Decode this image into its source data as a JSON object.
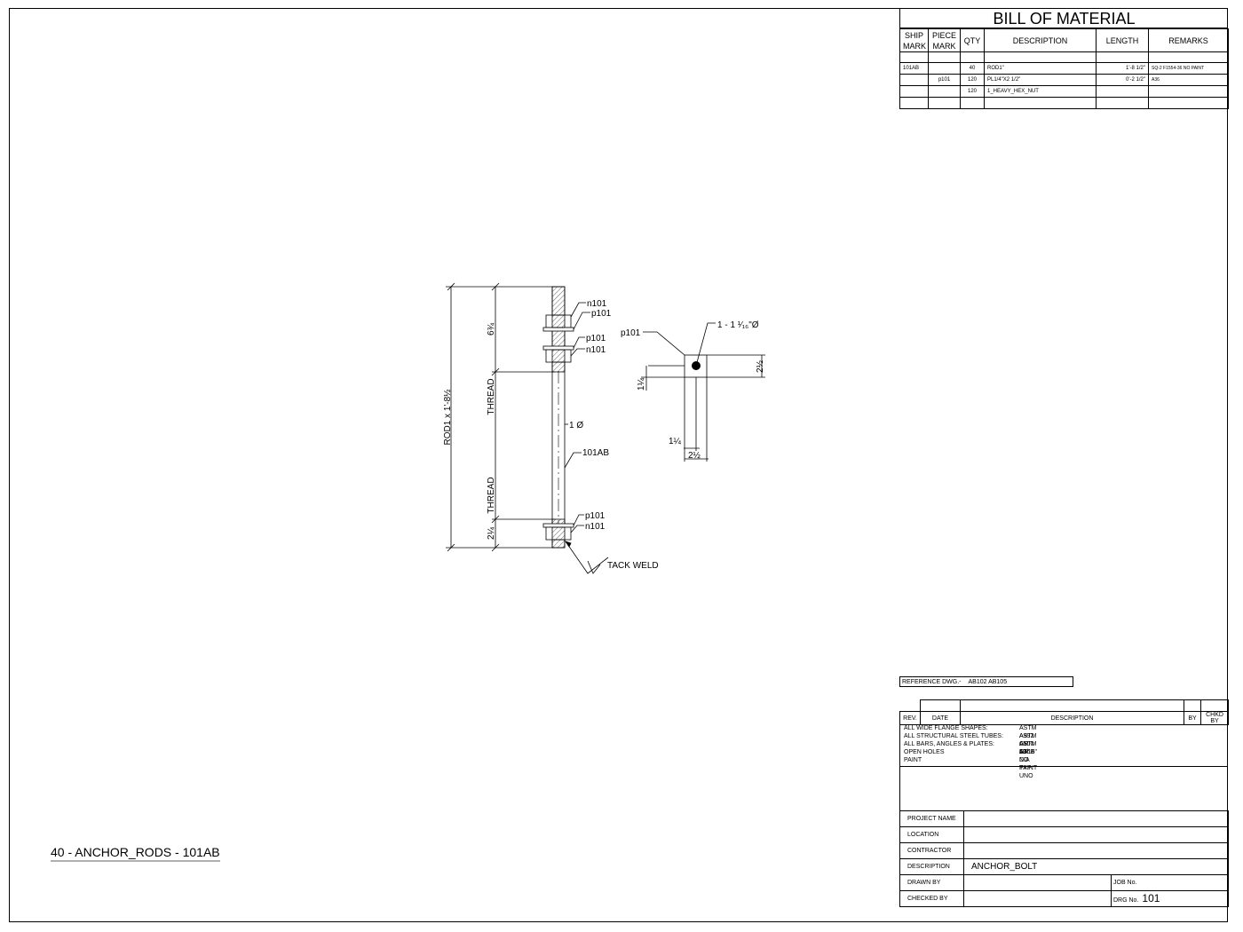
{
  "bom": {
    "title": "BILL OF MATERIAL",
    "headers": {
      "ship_mark_l1": "SHIP",
      "ship_mark_l2": "MARK",
      "piece_mark_l1": "PIECE",
      "piece_mark_l2": "MARK",
      "qty": "QTY",
      "description": "DESCRIPTION",
      "length": "LENGTH",
      "remarks": "REMARKS"
    },
    "rows": [
      {
        "ship": "101AB",
        "piece": "",
        "qty": "40",
        "desc": "ROD1\"",
        "length": "1'-8  1/2\"",
        "remarks": "SQ-2  F1554-36  NO PAINT"
      },
      {
        "ship": "",
        "piece": "p101",
        "qty": "120",
        "desc": "PL1/4\"X2 1/2\"",
        "length": "0'-2  1/2\"",
        "remarks": "A36"
      },
      {
        "ship": "",
        "piece": "",
        "qty": "120",
        "desc": "1_HEAVY_HEX_NUT",
        "length": "",
        "remarks": ""
      }
    ]
  },
  "reference": {
    "label": "REFERENCE DWG.-",
    "value": "AB102 AB105"
  },
  "revision": {
    "rev": "REV.",
    "date": "DATE",
    "description": "DESCRIPTION",
    "by": "BY",
    "chkd": "CHKD BY"
  },
  "notes": [
    {
      "label": "ALL WIDE FLANGE SHAPES:",
      "value": "ASTM A992 GR 50"
    },
    {
      "label": "ALL STRUCTURAL STEEL TUBES:",
      "value": "ASTM A500 GR B"
    },
    {
      "label": "ALL BARS, ANGLES & PLATES:",
      "value": "ASTM A36"
    },
    {
      "label": "OPEN HOLES",
      "value": "13/16\" DIA TYP UNO"
    },
    {
      "label": "PAINT",
      "value": "NO PAINT"
    }
  ],
  "title_block": {
    "project_name": "PROJECT NAME",
    "location": "LOCATION",
    "contractor": "CONTRACTOR",
    "description_label": "DESCRIPTION",
    "description_value": "ANCHOR_BOLT",
    "drawn_by": "DRAWN BY",
    "checked_by": "CHECKED BY",
    "job_no": "JOB No.",
    "drg_no_label": "DRG No.",
    "drg_no_value": "101"
  },
  "caption": "40 - ANCHOR_RODS - 101AB",
  "drawing": {
    "rod_label": "ROD1 x 1'-8½",
    "dim_top": "6¾",
    "dim_bottom": "2¼",
    "thread_top": "THREAD",
    "thread_bottom": "THREAD",
    "dia": "1 Ø",
    "nut_top1": "n101",
    "plate_top1": "p101",
    "plate_top2": "p101",
    "nut_top2": "n101",
    "mark": "101AB",
    "plate_bot": "p101",
    "nut_bot": "n101",
    "weld": "TACK WELD",
    "plate_view_label": "p101",
    "hole_label": "1 - 1 ¹⁄₁₆\"Ø",
    "dim_plate_h": "2½",
    "dim_hole_v": "1¼",
    "dim_hole_h": "1¼",
    "dim_plate_w": "2½"
  }
}
